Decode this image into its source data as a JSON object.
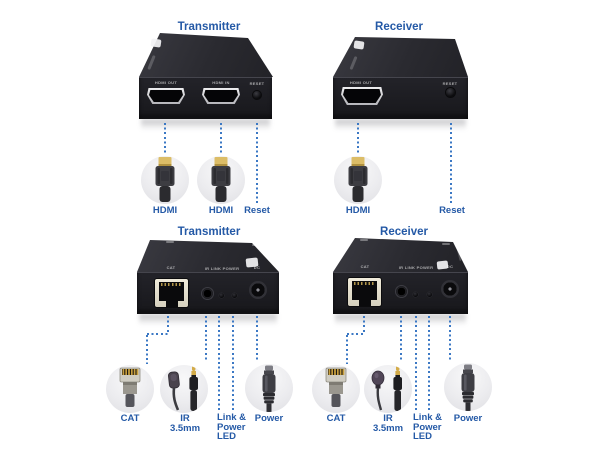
{
  "colors": {
    "background": "#ffffff",
    "label_blue": "#2459a6",
    "dotted_line_blue": "#3b78c4",
    "device_body": "#1a1a1f",
    "rj45_bezel": "#e6e1cf",
    "hdmi_gold_tip": "#dcbd67"
  },
  "diagram": {
    "tx_front": {
      "title": "Transmitter",
      "ports": {
        "hdmi_out": "HDMI OUT",
        "hdmi_in": "HDMI IN",
        "reset": "RESET"
      },
      "callouts": {
        "hdmi1": "HDMI",
        "hdmi2": "HDMI",
        "reset": "Reset"
      }
    },
    "rx_front": {
      "title": "Receiver",
      "ports": {
        "hdmi_out": "HDMI OUT",
        "reset": "RESET"
      },
      "callouts": {
        "hdmi": "HDMI",
        "reset": "Reset"
      }
    },
    "tx_rear": {
      "title": "Transmitter",
      "ports": {
        "cat": "CAT",
        "mid": "IR  LINK  POWER",
        "dc": "DC"
      },
      "callouts": {
        "cat": "CAT",
        "ir": "IR\n3.5mm",
        "led": "Link &\nPower\nLED",
        "power": "Power"
      }
    },
    "rx_rear": {
      "title": "Receiver",
      "ports": {
        "cat": "CAT",
        "mid": "IR  LINK  POWER",
        "dc": "DC"
      },
      "callouts": {
        "cat": "CAT",
        "ir": "IR\n3.5mm",
        "led": "Link &\nPower\nLED",
        "power": "Power"
      }
    }
  }
}
